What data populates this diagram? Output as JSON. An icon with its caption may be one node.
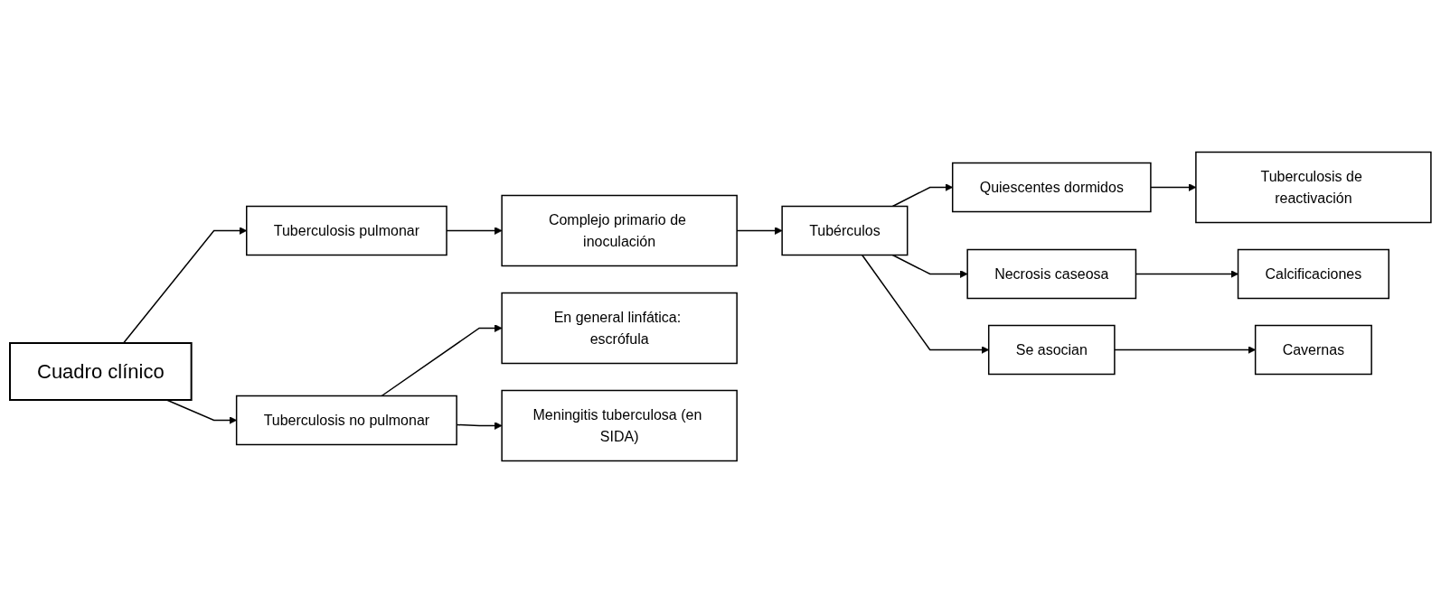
{
  "diagram": {
    "nodes": [
      {
        "text": [
          "Cuadro clínico"
        ]
      },
      {
        "text": [
          "Tuberculosis pulmonar"
        ]
      },
      {
        "text": [
          "Complejo primario de inoculación"
        ]
      },
      {
        "text": [
          "Tubérculos"
        ]
      },
      {
        "text": [
          "Quiescentes dormidos"
        ]
      },
      {
        "text": [
          "Tuberculosis de reactivación"
        ]
      },
      {
        "text": [
          "Necrosis caseosa"
        ]
      },
      {
        "text": [
          "Calcificaciones"
        ]
      },
      {
        "text": [
          "Se asocian"
        ]
      },
      {
        "text": [
          "Cavernas"
        ]
      },
      {
        "text": [
          "Tuberculosis no pulmonar"
        ]
      },
      {
        "text": [
          "En general linfática: escrófula"
        ]
      },
      {
        "text": [
          "Meningitis tuberculosa (en SIDA)"
        ]
      }
    ],
    "edges": [
      {
        "from": 0,
        "to": 1,
        "arrow": "to"
      },
      {
        "from": 1,
        "to": 2,
        "arrow": "to"
      },
      {
        "from": 2,
        "to": 3,
        "arrow": "to"
      },
      {
        "from": 3,
        "to": 4,
        "arrow": "to"
      },
      {
        "from": 4,
        "to": 5,
        "arrow": "to"
      },
      {
        "from": 3,
        "to": 6,
        "arrow": "to"
      },
      {
        "from": 6,
        "to": 7,
        "arrow": "to"
      },
      {
        "from": 3,
        "to": 8,
        "arrow": "to"
      },
      {
        "from": 8,
        "to": 9,
        "arrow": "to"
      },
      {
        "from": 0,
        "to": 10,
        "arrow": "to"
      },
      {
        "from": 10,
        "to": 11,
        "arrow": "to"
      },
      {
        "from": 10,
        "to": 12,
        "arrow": "to"
      }
    ]
  }
}
